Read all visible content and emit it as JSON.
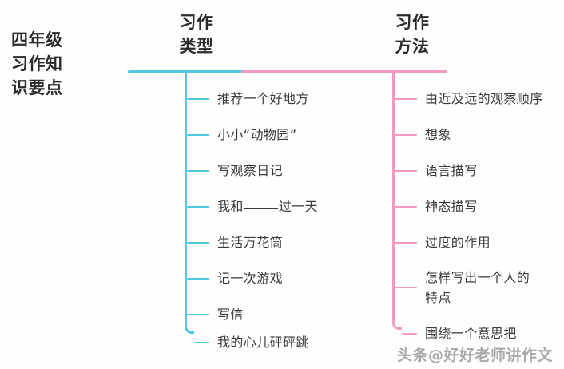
{
  "colors": {
    "branch_left": "#4ec9e2",
    "branch_right": "#f09ac2",
    "text": "#2b2b2b",
    "item_text": "#3a3a3a",
    "background": "#fefefe",
    "watermark": "#9a9a9a"
  },
  "root": {
    "lines": [
      "四年级",
      "习作知",
      "识要点"
    ]
  },
  "branches": [
    {
      "id": "writing-types",
      "title_lines": [
        "习作",
        "类型"
      ],
      "color": "#4ec9e2",
      "items": [
        {
          "lines": [
            "推荐一个好地方"
          ]
        },
        {
          "lines": [
            "小小“动物园”"
          ]
        },
        {
          "lines": [
            "写观察日记"
          ]
        },
        {
          "lines": [
            "我和____过一天"
          ],
          "has_blank": true,
          "before_blank": "我和",
          "after_blank": "过一天"
        },
        {
          "lines": [
            "生活万花筒"
          ]
        },
        {
          "lines": [
            "记一次游戏"
          ]
        },
        {
          "lines": [
            "写信"
          ]
        },
        {
          "lines": [
            "我的心儿砰砰跳"
          ]
        }
      ]
    },
    {
      "id": "writing-methods",
      "title_lines": [
        "习作",
        "方法"
      ],
      "color": "#f09ac2",
      "items": [
        {
          "lines": [
            "由近及远的观察顺序"
          ]
        },
        {
          "lines": [
            "想象"
          ]
        },
        {
          "lines": [
            "语言描写"
          ]
        },
        {
          "lines": [
            "神态描写"
          ]
        },
        {
          "lines": [
            "过度的作用"
          ]
        },
        {
          "lines": [
            "怎样写出一个人的",
            "特点"
          ]
        },
        {
          "lines": [
            "围绕一个意思把"
          ]
        }
      ]
    }
  ],
  "watermark": {
    "text": "头条@好好老师讲作文"
  }
}
